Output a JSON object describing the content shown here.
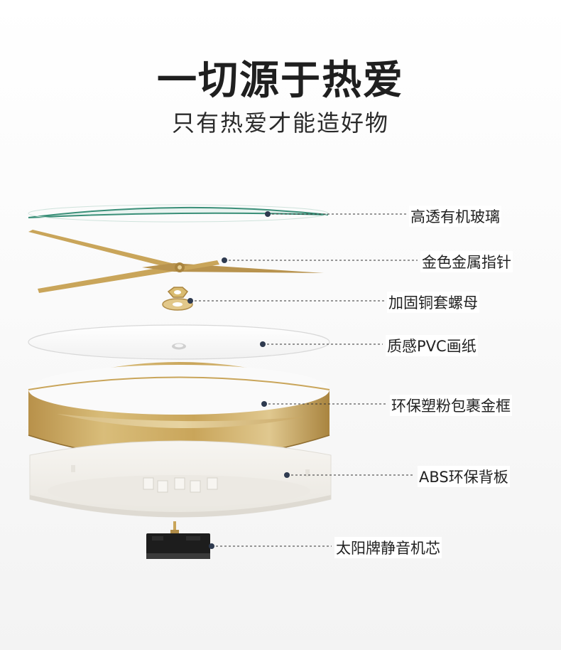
{
  "header": {
    "title": "一切源于热爱",
    "subtitle": "只有热爱才能造好物"
  },
  "parts": [
    {
      "id": "glass",
      "label": "高透有机玻璃"
    },
    {
      "id": "hands",
      "label": "金色金属指针"
    },
    {
      "id": "nut",
      "label": "加固铜套螺母"
    },
    {
      "id": "dial",
      "label": "质感PVC画纸"
    },
    {
      "id": "frame",
      "label": "环保塑粉包裹金框"
    },
    {
      "id": "back",
      "label": "ABS环保背板"
    },
    {
      "id": "movement",
      "label": "太阳牌静音机芯"
    }
  ],
  "colors": {
    "gold": "#c9a55a",
    "gold_dark": "#a9843f",
    "glass_edge": "#3a8f78",
    "back_white": "#f4f2ee",
    "leader": "#333333"
  }
}
